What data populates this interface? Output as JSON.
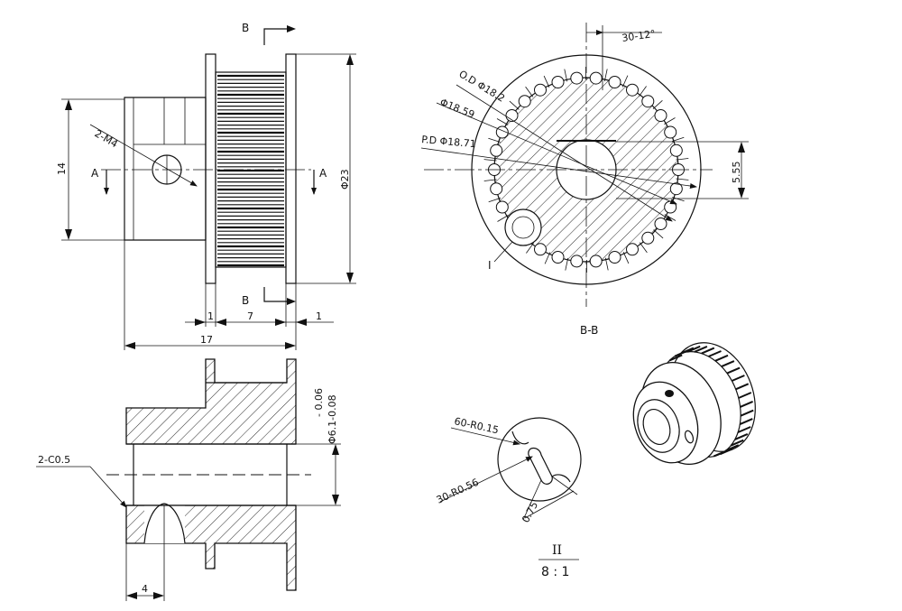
{
  "section_labels": {
    "b_top": "B",
    "b_bottom": "B",
    "a_left": "A",
    "a_right": "A",
    "section_view": "B-B",
    "detail_marker": "I"
  },
  "front_view_dims": {
    "height": "14",
    "thread": "2-M4",
    "diameter": "Φ23",
    "flange_left": "1",
    "teeth_width": "7",
    "flange_right": "1",
    "total_length": "17"
  },
  "section_bb_dims": {
    "angle": "30-12°",
    "outer_diameter": "O.D Φ18.2",
    "root_diameter": "Φ18.59",
    "pitch_diameter": "P.D Φ18.71",
    "flat_distance": "5.55"
  },
  "bottom_view_dims": {
    "tolerance": "-0.06\nΦ6.1-0.08",
    "tolerance_upper": "- 0.06",
    "tolerance_lower": "Φ6.1-0.08",
    "chamfer": "2-C0.5",
    "counterbore": "4"
  },
  "detail_dims": {
    "tip_radius": "60-R0.15",
    "root_radius": "30-R0.56",
    "depth": "0.75",
    "title": "II",
    "scale": "8 : 1"
  }
}
